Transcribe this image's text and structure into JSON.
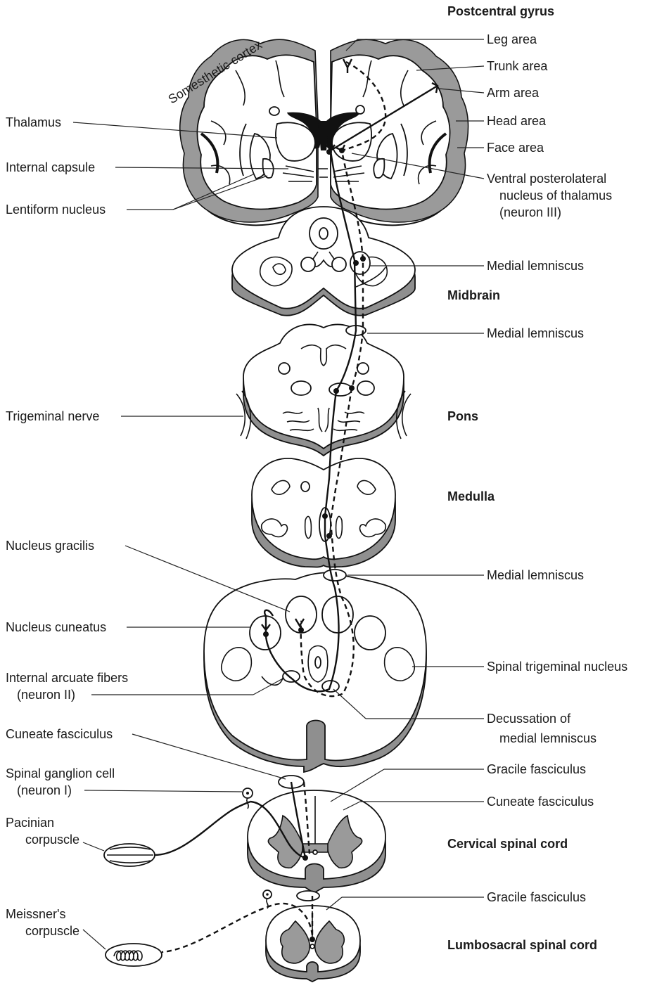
{
  "labels": {
    "postcentral_gyrus": "Postcentral gyrus",
    "somesthetic_cortex": "Somesthetic cortex",
    "leg_area": "Leg area",
    "trunk_area": "Trunk area",
    "arm_area": "Arm area",
    "head_area": "Head area",
    "face_area": "Face area",
    "vpl_line1": "Ventral posterolateral",
    "vpl_line2": "nucleus of thalamus",
    "vpl_line3": "(neuron III)",
    "thalamus": "Thalamus",
    "internal_capsule": "Internal capsule",
    "lentiform_nucleus": "Lentiform nucleus",
    "medial_lemniscus_1": "Medial lemniscus",
    "midbrain": "Midbrain",
    "medial_lemniscus_2": "Medial lemniscus",
    "trigeminal_nerve": "Trigeminal nerve",
    "pons": "Pons",
    "medulla": "Medulla",
    "nucleus_gracilis": "Nucleus gracilis",
    "medial_lemniscus_3": "Medial lemniscus",
    "nucleus_cuneatus": "Nucleus cuneatus",
    "spinal_trigeminal_nucleus": "Spinal trigeminal nucleus",
    "internal_arcuate_line1": "Internal arcuate fibers",
    "internal_arcuate_line2": "(neuron II)",
    "decussation_line1": "Decussation of",
    "decussation_line2": "medial lemniscus",
    "cuneate_fasciculus_left": "Cuneate fasciculus",
    "spinal_ganglion_line1": "Spinal ganglion cell",
    "spinal_ganglion_line2": "(neuron I)",
    "gracile_fasciculus_1": "Gracile fasciculus",
    "cuneate_fasciculus_right": "Cuneate fasciculus",
    "pacinian_line1": "Pacinian",
    "pacinian_line2": "corpuscle",
    "cervical_spinal_cord": "Cervical spinal cord",
    "gracile_fasciculus_2": "Gracile fasciculus",
    "meissner_line1": "Meissner's",
    "meissner_line2": "corpuscle",
    "lumbosacral_spinal_cord": "Lumbosacral spinal cord"
  }
}
